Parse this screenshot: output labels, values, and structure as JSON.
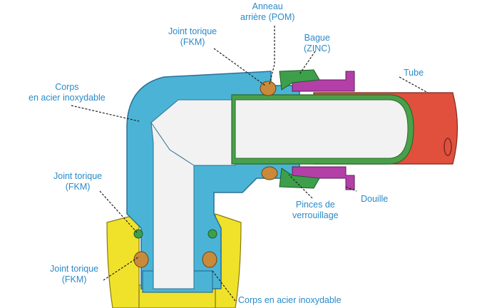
{
  "labels": {
    "anneau_arriere": [
      "Anneau",
      "arrière (POM)"
    ],
    "joint_torique_top": [
      "Joint torique",
      "(FKM)"
    ],
    "bague": [
      "Bague",
      "(ZINC)"
    ],
    "tube": "Tube",
    "corps_top": [
      "Corps",
      "en acier inoxydable"
    ],
    "joint_torique_mid": [
      "Joint torique",
      "(FKM)"
    ],
    "douille": "Douille",
    "pinces": [
      "Pinces de",
      "verrouillage"
    ],
    "joint_torique_bottom": [
      "Joint torique",
      "(FKM)"
    ],
    "corps_bottom": "Corps en acier inoxydable"
  },
  "colors": {
    "label_text": "#2a8ac8",
    "body_steel": "#4bb4d6",
    "body_outline": "#2a6f95",
    "bore": "#f2f2f2",
    "tube_red": "#e0503d",
    "tube_inner_green": "#4aa04a",
    "sleeve_magenta": "#b43fa8",
    "nut_yellow": "#f0e22a",
    "oring_orange": "#c98a3a",
    "oring_green": "#3e9f4a",
    "leader": "#222222"
  }
}
